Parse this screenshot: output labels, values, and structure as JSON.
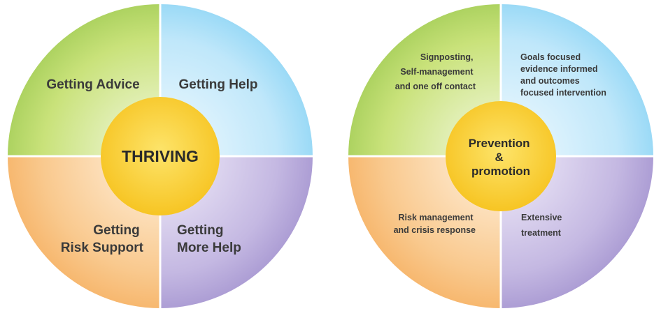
{
  "left_diagram": {
    "center": "THRIVING",
    "top_left": [
      "Getting Advice"
    ],
    "top_right": [
      "Getting Help"
    ],
    "bottom_left": [
      "Getting",
      "Risk Support"
    ],
    "bottom_right": [
      "Getting",
      "More Help"
    ]
  },
  "right_diagram": {
    "center": [
      "Prevention",
      "&",
      "promotion"
    ],
    "top_left": [
      "Signposting,",
      "Self-management",
      "and one off contact"
    ],
    "top_right": [
      "Goals focused",
      "evidence informed",
      "and outcomes",
      "focused intervention"
    ],
    "bottom_left": [
      "Risk management",
      "and crisis response"
    ],
    "bottom_right": [
      "Extensive",
      "treatment"
    ]
  },
  "colors": {
    "green": "#8dc63f",
    "blue": "#6dcff6",
    "orange": "#f7a44a",
    "purple": "#8e7cc3",
    "center": "#f9d23a"
  }
}
